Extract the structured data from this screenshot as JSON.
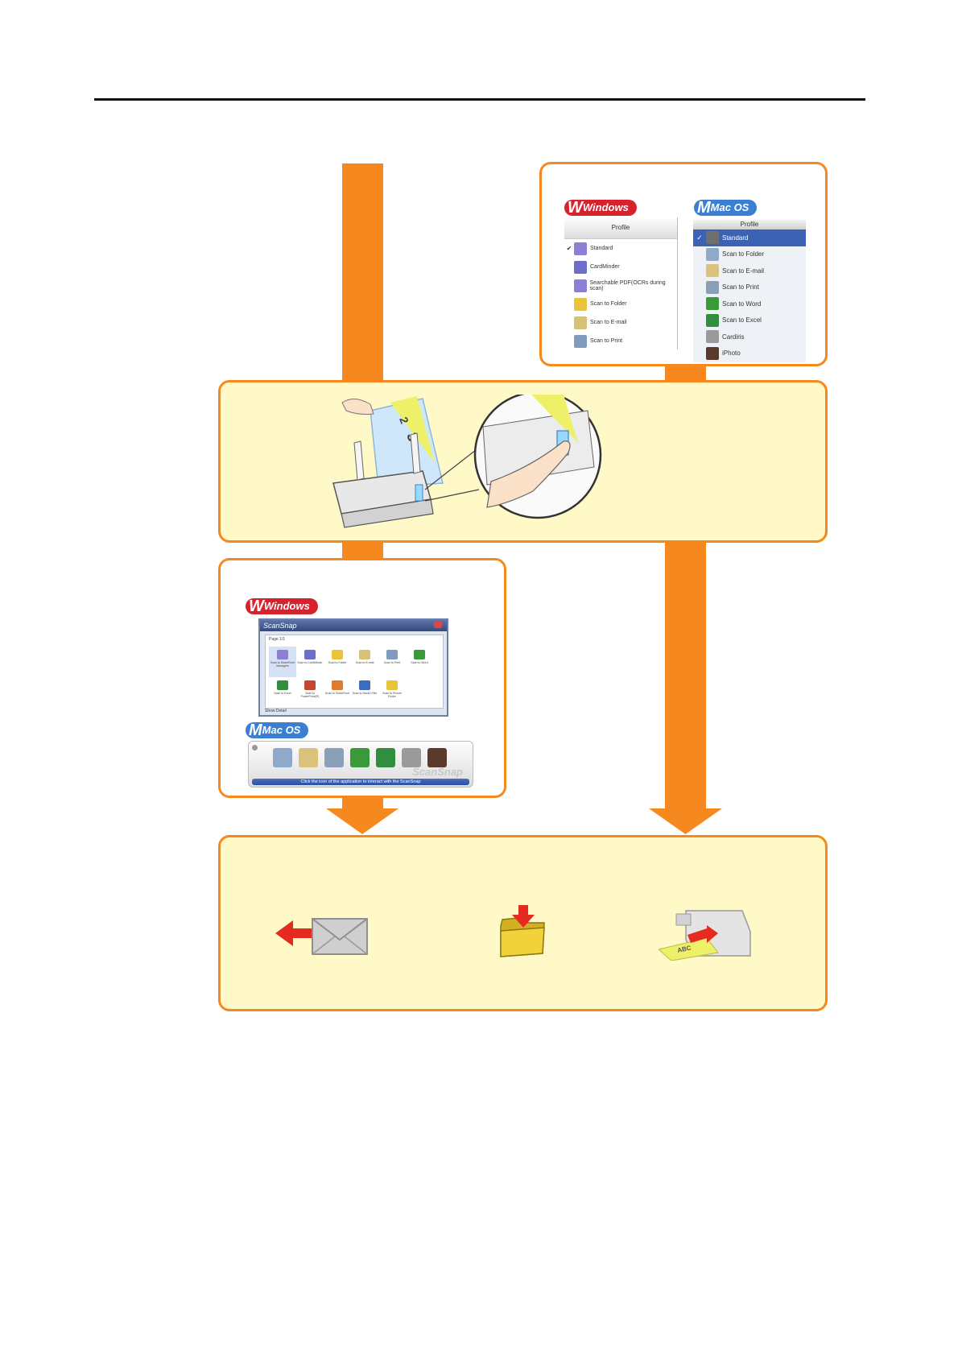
{
  "badges": {
    "windows": "Windows",
    "mac": "Mac OS"
  },
  "windows_profile": {
    "header": "Profile",
    "items": [
      {
        "label": "Standard",
        "checked": true,
        "color": "#8b7fd6"
      },
      {
        "label": "CardMinder",
        "checked": false,
        "color": "#6b6fc9"
      },
      {
        "label": "Searchable PDF(OCRs during scan)",
        "checked": false,
        "color": "#8b7fd6"
      },
      {
        "label": "Scan to Folder",
        "checked": false,
        "color": "#e9c43a"
      },
      {
        "label": "Scan to E-mail",
        "checked": false,
        "color": "#d8c27a"
      },
      {
        "label": "Scan to Print",
        "checked": false,
        "color": "#7f9bbd"
      }
    ]
  },
  "mac_profile": {
    "header": "Profile",
    "items": [
      {
        "label": "Standard",
        "selected": true,
        "color": "#6f6f6f"
      },
      {
        "label": "Scan to Folder",
        "selected": false,
        "color": "#8fa9cc"
      },
      {
        "label": "Scan to E-mail",
        "selected": false,
        "color": "#d9c27b"
      },
      {
        "label": "Scan to Print",
        "selected": false,
        "color": "#8b9fb8"
      },
      {
        "label": "Scan to Word",
        "selected": false,
        "color": "#3a9a3a"
      },
      {
        "label": "Scan to Excel",
        "selected": false,
        "color": "#2f8f3f"
      },
      {
        "label": "Cardiris",
        "selected": false,
        "color": "#9a9a9a"
      },
      {
        "label": "iPhoto",
        "selected": false,
        "color": "#5a3a2a"
      }
    ]
  },
  "scansnap_windows": {
    "title": "ScanSnap",
    "page": "Page 1/1",
    "items": [
      {
        "label": "Scan to SharePoint Managers",
        "color": "#8b7fd6"
      },
      {
        "label": "Scan to CardMinder",
        "color": "#6b6fc9"
      },
      {
        "label": "Scan to Folder",
        "color": "#e9c43a"
      },
      {
        "label": "Scan to E-mail",
        "color": "#d8c27a"
      },
      {
        "label": "Scan to Print",
        "color": "#7f9bbd"
      },
      {
        "label": "Scan to Word",
        "color": "#3a9a3a"
      },
      {
        "label": "Scan to Excel",
        "color": "#2f8f3f"
      },
      {
        "label": "Scan to PowerPoint(R)",
        "color": "#c4462f"
      },
      {
        "label": "Scan to SharePoint",
        "color": "#e07b2a"
      },
      {
        "label": "Scan to Rack2-Filer",
        "color": "#3a6cc0"
      },
      {
        "label": "Scan to Picture Folder",
        "color": "#e9c43a"
      }
    ],
    "footer": "Show Detail"
  },
  "scansnap_mac": {
    "brand": "ScanSnap",
    "bar_text": "Click the icon of the application to interact with the ScanSnap",
    "icon_colors": [
      "#8fa9cc",
      "#d9c27b",
      "#8b9fb8",
      "#3a9a3a",
      "#2f8f3f",
      "#9a9a9a",
      "#5a3a2a"
    ]
  },
  "colors": {
    "arrow": "#f5891f",
    "panel": "#fff9c8",
    "folder": "#f2d23a",
    "red_arrow": "#e52a1f"
  }
}
